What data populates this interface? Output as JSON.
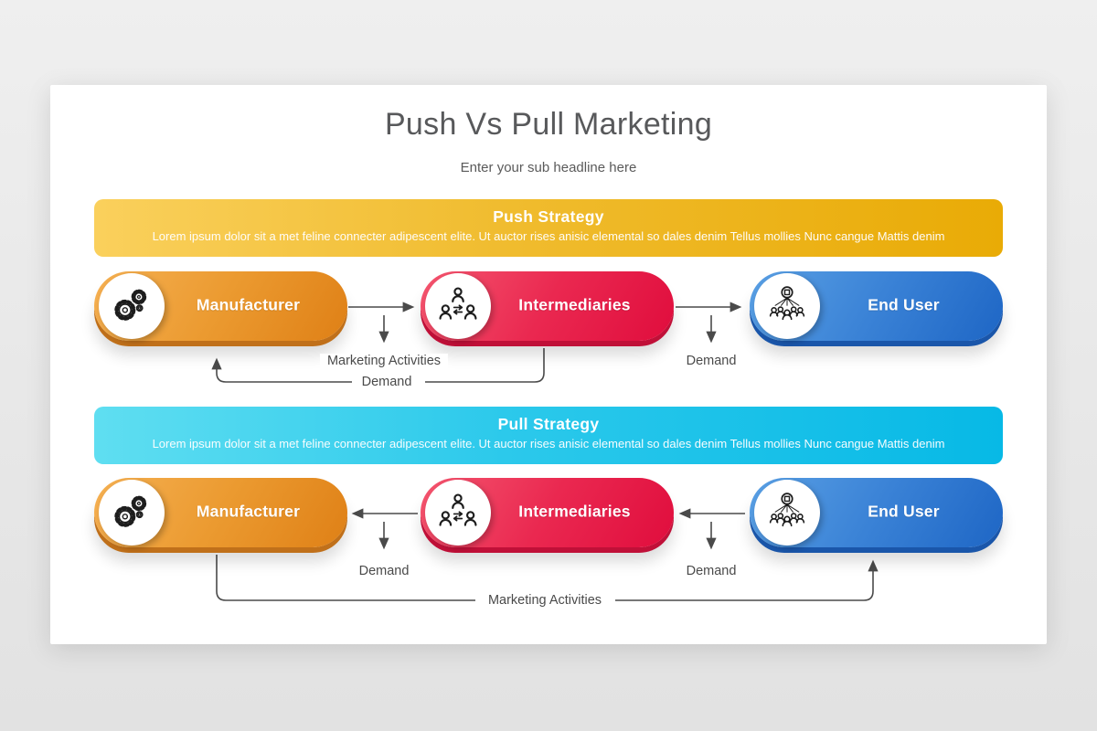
{
  "slide": {
    "title": "Push Vs Pull Marketing",
    "subtitle": "Enter your sub headline here"
  },
  "push_section": {
    "title": "Push Strategy",
    "description": "Lorem ipsum dolor sit a met feline connecter adipescent elite. Ut auctor rises anisic elemental so dales denim Tellus mollies Nunc cangue Mattis denim",
    "flow_labels": {
      "marketing": "Marketing Activities",
      "demand_left": "Demand",
      "demand_right": "Demand"
    }
  },
  "pull_section": {
    "title": "Pull Strategy",
    "description": "Lorem ipsum dolor sit a met feline connecter adipescent elite. Ut auctor rises anisic elemental so dales denim Tellus mollies Nunc cangue Mattis denim",
    "flow_labels": {
      "demand_left": "Demand",
      "demand_right": "Demand",
      "marketing": "Marketing Activities"
    }
  },
  "nodes": {
    "manufacturer": {
      "label": "Manufacturer",
      "icon": "gears-icon"
    },
    "intermediaries": {
      "label": "Intermediaries",
      "icon": "people-exchange-icon"
    },
    "end_user": {
      "label": "End User",
      "icon": "package-distribution-icon"
    }
  },
  "colors": {
    "background": "#EAEAEA",
    "card": "#FFFFFF",
    "title_text": "#58595B",
    "connector": "#4A4A4A",
    "push_banner_gradient": [
      "#FAD05C",
      "#E9AB06"
    ],
    "pull_banner_gradient": [
      "#5FDEF1",
      "#07B9E6"
    ],
    "manufacturer_gradient": [
      "#F5B052",
      "#DF8016"
    ],
    "manufacturer_rim": "#C0701A",
    "intermediaries_gradient": [
      "#F4566F",
      "#E00D3D"
    ],
    "intermediaries_rim": "#C01038",
    "end_user_gradient": [
      "#5AA0E4",
      "#1E66C5"
    ],
    "end_user_rim": "#1A56AA"
  }
}
